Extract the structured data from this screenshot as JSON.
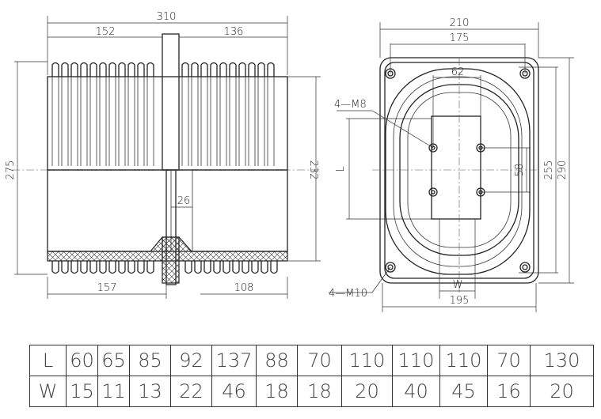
{
  "dimensions": {
    "overall_width": "310",
    "left_width": "152",
    "right_width": "136",
    "left_height": "275",
    "right_height": "232",
    "core_width": "26",
    "bottom_left": "157",
    "bottom_right": "108",
    "plan_width": "210",
    "hole_spacing": "175",
    "stud_spacing": "62",
    "stud_label": "4—M8",
    "l_label": "L",
    "stud_vertical": "58",
    "inner_height": "255",
    "plan_height": "290",
    "w_label": "W",
    "mount_label": "4—M10",
    "base_width": "195"
  },
  "table": {
    "rows": [
      {
        "header": "L",
        "values": [
          "60",
          "65",
          "85",
          "92",
          "137",
          "88",
          "70",
          "110",
          "110",
          "110",
          "70",
          "130"
        ]
      },
      {
        "header": "W",
        "values": [
          "15",
          "11",
          "13",
          "22",
          "46",
          "18",
          "18",
          "20",
          "40",
          "45",
          "16",
          "20"
        ]
      }
    ]
  }
}
